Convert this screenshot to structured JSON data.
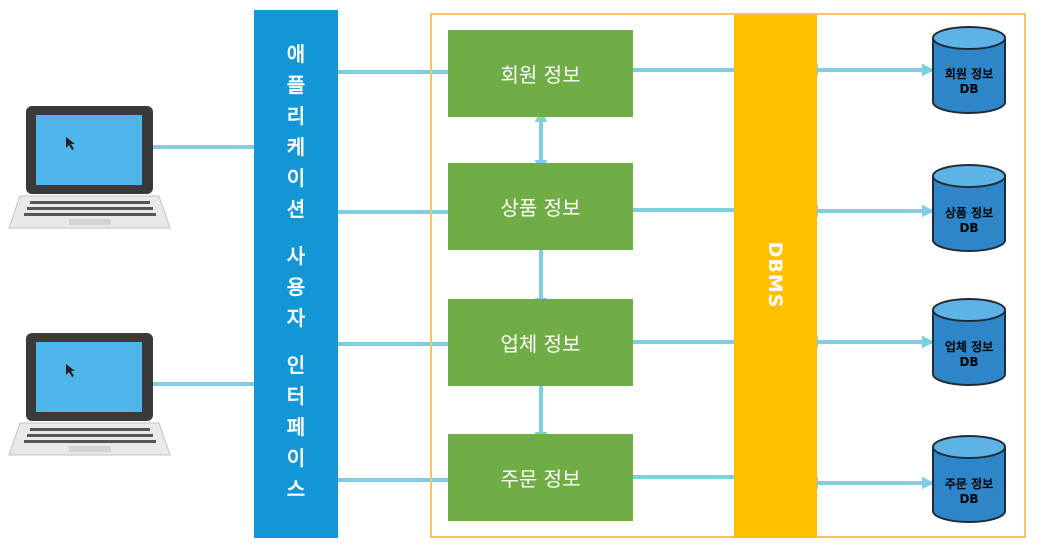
{
  "api_title_chars": [
    "애",
    "플",
    "리",
    "케",
    "이",
    "션",
    "사",
    "용",
    "자",
    "인",
    "터",
    "페",
    "이",
    "스"
  ],
  "dbms": {
    "label": "DBMS"
  },
  "modules": [
    {
      "label": "회원 정보"
    },
    {
      "label": "상품 정보"
    },
    {
      "label": "업체 정보"
    },
    {
      "label": "주문 정보"
    }
  ],
  "databases": [
    {
      "line1": "회원 정보",
      "line2": "DB"
    },
    {
      "line1": "상품 정보",
      "line2": "DB"
    },
    {
      "line1": "업체 정보",
      "line2": "DB"
    },
    {
      "line1": "주문 정보",
      "line2": "DB"
    }
  ],
  "colors": {
    "api_bar": "#1296d6",
    "module_fill": "#70ad47",
    "dbms_bar": "#ffc000",
    "frame": "#f6c26b",
    "arrow": "#7fcfe0",
    "db_fill": "#2e86c8",
    "db_top": "#5db3e6",
    "laptop_screen": "#4fb5ea"
  }
}
